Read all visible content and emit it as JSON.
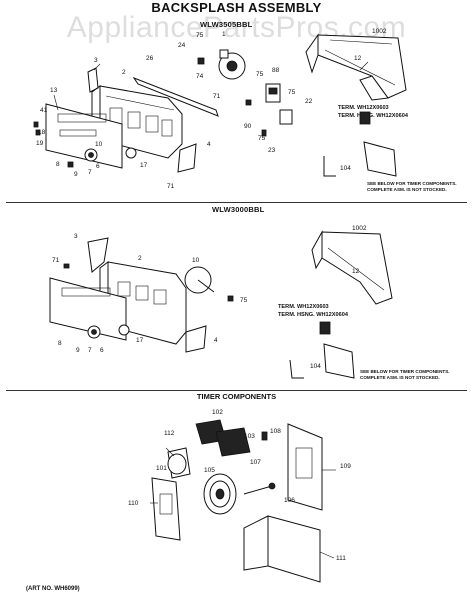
{
  "header": {
    "title": "BACKSPLASH ASSEMBLY",
    "watermark": "AppliancePartsPros.com"
  },
  "section1": {
    "model": "WLW3505BBL",
    "labels": [
      "1002",
      "12",
      "3",
      "2",
      "26",
      "24",
      "75",
      "74",
      "71",
      "1",
      "75",
      "88",
      "75",
      "22",
      "13",
      "41",
      "18",
      "19",
      "10",
      "9",
      "7",
      "6",
      "8",
      "4",
      "17",
      "71",
      "90",
      "75",
      "23",
      "104"
    ],
    "term_line1": "TERM.  WH12X0603",
    "term_line2": "TERM. HSNG.  WH12X0604",
    "note_line1": "SEE BELOW FOR TIMER COMPONENTS.",
    "note_line2": "COMPLETE ASM. IS NOT STOCKED."
  },
  "section2": {
    "model": "WLW3000BBL",
    "labels": [
      "3",
      "71",
      "10",
      "75",
      "2",
      "4",
      "8",
      "9",
      "7",
      "6",
      "17",
      "1002",
      "12",
      "104"
    ],
    "term_line1": "TERM.  WH12X0603",
    "term_line2": "TERM. HSNG.  WH12X0604",
    "note_line1": "SEE BELOW FOR TIMER COMPONENTS.",
    "note_line2": "COMPLETE ASM. IS NOT STOCKED."
  },
  "section3": {
    "title": "TIMER COMPONENTS",
    "labels": [
      "102",
      "112",
      "103",
      "108",
      "107",
      "101",
      "105",
      "109",
      "110",
      "106",
      "111"
    ]
  },
  "footer": {
    "art_no": "(ART NO. WH6099)"
  }
}
